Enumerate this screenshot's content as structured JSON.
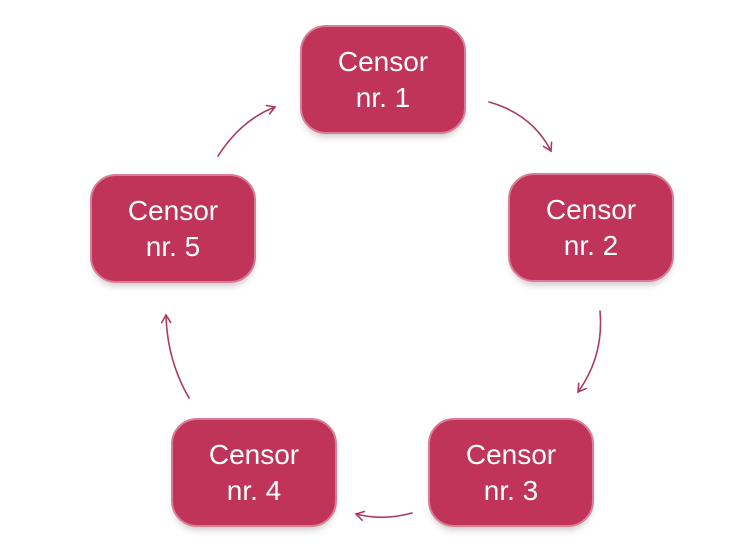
{
  "diagram": {
    "type": "cycle",
    "description": "Five censors arranged in a clockwise rotation cycle",
    "colors": {
      "node_fill": "#c03459",
      "node_outline": "#d87e97",
      "node_text": "#ffffff",
      "arrow": "#ac3a5d",
      "background": "#ffffff"
    },
    "nodes": [
      {
        "id": "censor-1",
        "line1": "Censor",
        "line2": "nr. 1"
      },
      {
        "id": "censor-2",
        "line1": "Censor",
        "line2": "nr. 2"
      },
      {
        "id": "censor-3",
        "line1": "Censor",
        "line2": "nr. 3"
      },
      {
        "id": "censor-4",
        "line1": "Censor",
        "line2": "nr. 4"
      },
      {
        "id": "censor-5",
        "line1": "Censor",
        "line2": "nr. 5"
      }
    ],
    "arrows": [
      {
        "from": "censor-1",
        "to": "censor-2"
      },
      {
        "from": "censor-2",
        "to": "censor-3"
      },
      {
        "from": "censor-3",
        "to": "censor-4"
      },
      {
        "from": "censor-4",
        "to": "censor-5"
      },
      {
        "from": "censor-5",
        "to": "censor-1"
      }
    ]
  }
}
